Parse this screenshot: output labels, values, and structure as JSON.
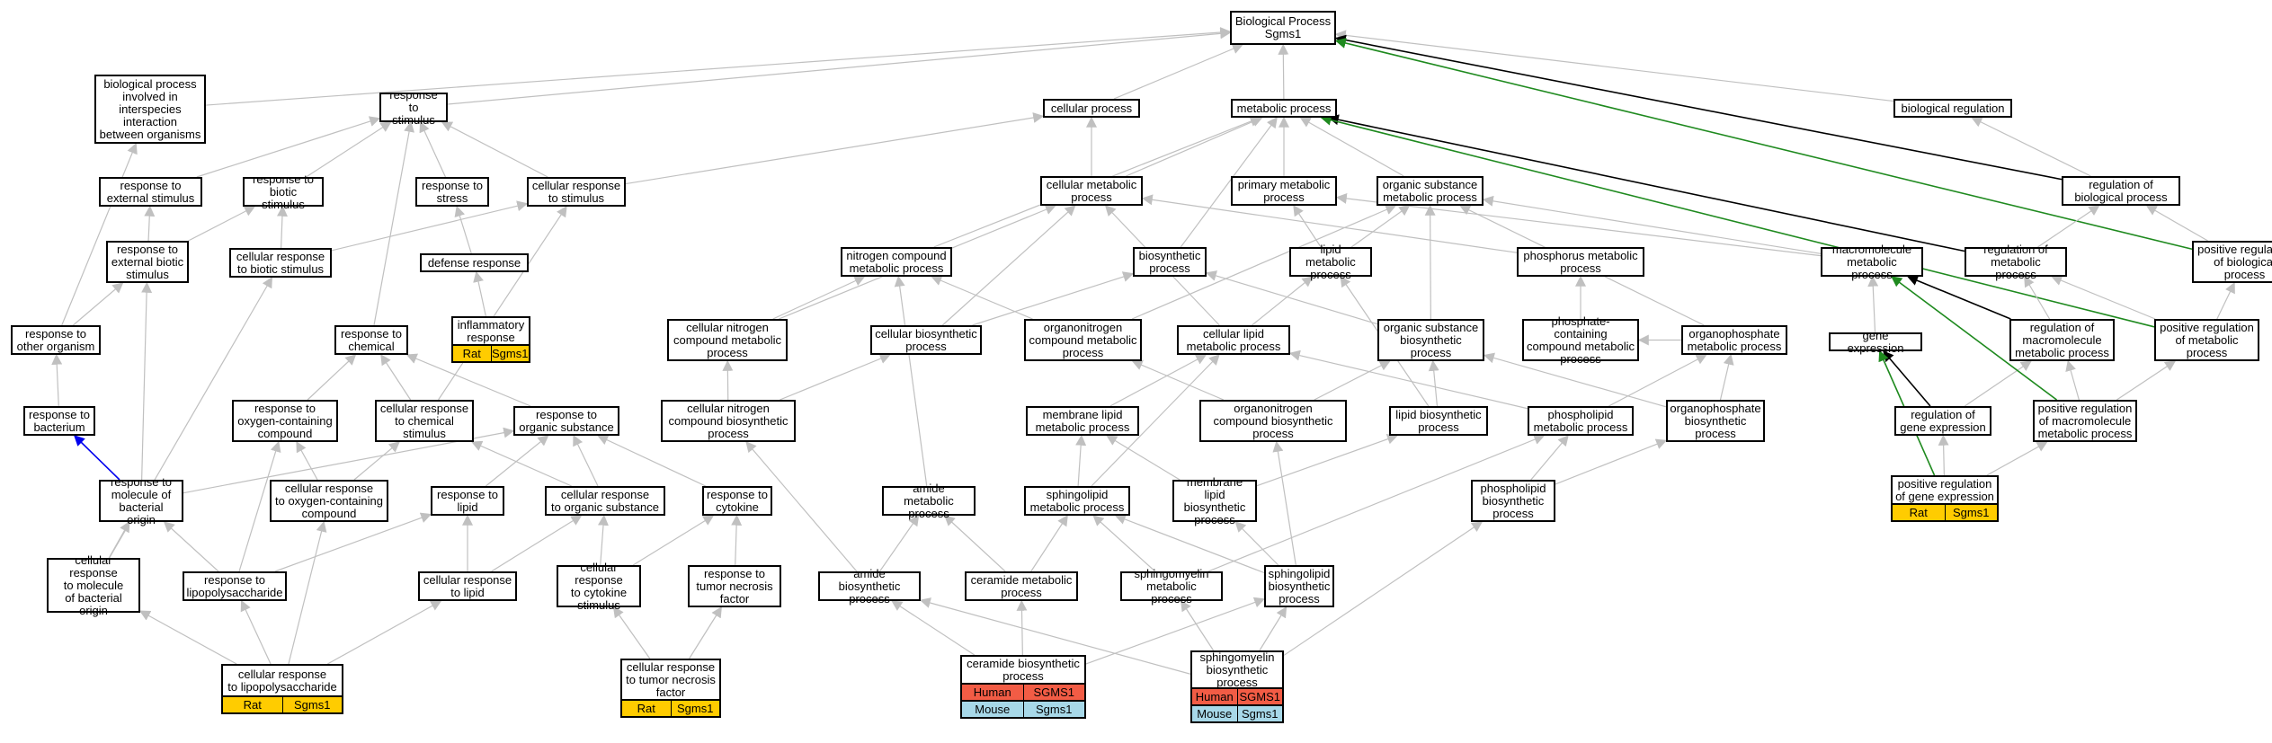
{
  "diagram": {
    "nodes": [
      {
        "id": "bp",
        "label": "Biological Process\nSgms1"
      },
      {
        "id": "interspecies",
        "label": "biological process\ninvolved in\ninterspecies\ninteraction\nbetween organisms"
      },
      {
        "id": "resp_stim",
        "label": "response to\nstimulus"
      },
      {
        "id": "cell_proc",
        "label": "cellular process"
      },
      {
        "id": "met_proc",
        "label": "metabolic process"
      },
      {
        "id": "bio_reg",
        "label": "biological regulation"
      },
      {
        "id": "resp_ext",
        "label": "response to\nexternal stimulus"
      },
      {
        "id": "resp_biotic",
        "label": "response to\nbiotic stimulus"
      },
      {
        "id": "resp_stress",
        "label": "response to\nstress"
      },
      {
        "id": "cell_resp_stim",
        "label": "cellular response\nto stimulus"
      },
      {
        "id": "cell_met",
        "label": "cellular metabolic\nprocess"
      },
      {
        "id": "prim_met",
        "label": "primary metabolic\nprocess"
      },
      {
        "id": "org_sub_met",
        "label": "organic substance\nmetabolic process"
      },
      {
        "id": "reg_bio",
        "label": "regulation of\nbiological process"
      },
      {
        "id": "resp_ext_biotic",
        "label": "response to\nexternal biotic\nstimulus"
      },
      {
        "id": "cell_resp_biotic",
        "label": "cellular response\nto biotic stimulus"
      },
      {
        "id": "defense",
        "label": "defense response"
      },
      {
        "id": "nitro_comp_met",
        "label": "nitrogen compound\nmetabolic process"
      },
      {
        "id": "biosynth",
        "label": "biosynthetic\nprocess"
      },
      {
        "id": "lipid_met",
        "label": "lipid metabolic\nprocess"
      },
      {
        "id": "phos_met",
        "label": "phosphorus metabolic\nprocess"
      },
      {
        "id": "macro_met",
        "label": "macromolecule\nmetabolic process"
      },
      {
        "id": "reg_met",
        "label": "regulation of\nmetabolic process"
      },
      {
        "id": "pos_reg_bio",
        "label": "positive regulation\nof biological\nprocess"
      },
      {
        "id": "inflam",
        "label": "inflammatory\nresponse"
      },
      {
        "id": "resp_other_org",
        "label": "response to\nother organism"
      },
      {
        "id": "resp_chem",
        "label": "response to\nchemical"
      },
      {
        "id": "cell_nitro_met",
        "label": "cellular nitrogen\ncompound metabolic\nprocess"
      },
      {
        "id": "cell_biosynth",
        "label": "cellular biosynthetic\nprocess"
      },
      {
        "id": "organonitro_met",
        "label": "organonitrogen\ncompound metabolic\nprocess"
      },
      {
        "id": "cell_lipid_met",
        "label": "cellular lipid\nmetabolic process"
      },
      {
        "id": "org_sub_biosynth",
        "label": "organic substance\nbiosynthetic\nprocess"
      },
      {
        "id": "phosphate_met",
        "label": "phosphate-containing\ncompound metabolic\nprocess"
      },
      {
        "id": "organophos_met",
        "label": "organophosphate\nmetabolic process"
      },
      {
        "id": "gene_expr",
        "label": "gene expression"
      },
      {
        "id": "reg_macro_met",
        "label": "regulation of\nmacromolecule\nmetabolic process"
      },
      {
        "id": "pos_reg_met",
        "label": "positive regulation\nof metabolic\nprocess"
      },
      {
        "id": "resp_bact",
        "label": "response to\nbacterium"
      },
      {
        "id": "resp_oxy",
        "label": "response to\noxygen-containing\ncompound"
      },
      {
        "id": "cell_resp_chem",
        "label": "cellular response\nto chemical\nstimulus"
      },
      {
        "id": "resp_org_sub",
        "label": "response to\norganic substance"
      },
      {
        "id": "cell_nitro_biosynth",
        "label": "cellular nitrogen\ncompound biosynthetic\nprocess"
      },
      {
        "id": "mem_lipid_met",
        "label": "membrane lipid\nmetabolic process"
      },
      {
        "id": "organonitro_biosynth",
        "label": "organonitrogen\ncompound biosynthetic\nprocess"
      },
      {
        "id": "lipid_biosynth",
        "label": "lipid biosynthetic\nprocess"
      },
      {
        "id": "phospholipid_met",
        "label": "phospholipid\nmetabolic process"
      },
      {
        "id": "organophos_biosynth",
        "label": "organophosphate\nbiosynthetic\nprocess"
      },
      {
        "id": "reg_gene_expr",
        "label": "regulation of\ngene expression"
      },
      {
        "id": "pos_reg_macro",
        "label": "positive regulation\nof macromolecule\nmetabolic process"
      },
      {
        "id": "resp_mol_bact",
        "label": "response to\nmolecule of\nbacterial origin"
      },
      {
        "id": "cell_resp_oxy",
        "label": "cellular response\nto oxygen-containing\ncompound"
      },
      {
        "id": "resp_lipid",
        "label": "response to\nlipid"
      },
      {
        "id": "cell_resp_org_sub",
        "label": "cellular response\nto organic substance"
      },
      {
        "id": "resp_cytokine",
        "label": "response to\ncytokine"
      },
      {
        "id": "amide_met",
        "label": "amide metabolic\nprocess"
      },
      {
        "id": "sphingo_met",
        "label": "sphingolipid\nmetabolic process"
      },
      {
        "id": "mem_lipid_biosynth",
        "label": "membrane lipid\nbiosynthetic\nprocess"
      },
      {
        "id": "phospholipid_biosynth",
        "label": "phospholipid\nbiosynthetic\nprocess"
      },
      {
        "id": "pos_reg_gene_expr",
        "label": "positive regulation\nof gene expression"
      },
      {
        "id": "cell_resp_mol_bact",
        "label": "cellular response\nto molecule\nof bacterial\norigin"
      },
      {
        "id": "resp_lps",
        "label": "response to\nlipopolysaccharide"
      },
      {
        "id": "cell_resp_lipid",
        "label": "cellular response\nto lipid"
      },
      {
        "id": "cell_resp_cytokine",
        "label": "cellular response\nto cytokine\nstimulus"
      },
      {
        "id": "resp_tnf",
        "label": "response to\ntumor necrosis\nfactor"
      },
      {
        "id": "amide_biosynth",
        "label": "amide biosynthetic\nprocess"
      },
      {
        "id": "ceramide_met",
        "label": "ceramide metabolic\nprocess"
      },
      {
        "id": "sphingomyelin_met",
        "label": "sphingomyelin\nmetabolic process"
      },
      {
        "id": "sphingo_biosynth",
        "label": "sphingolipid\nbiosynthetic\nprocess"
      },
      {
        "id": "cell_resp_lps",
        "label": "cellular response\nto lipopolysaccharide"
      },
      {
        "id": "cell_resp_tnf",
        "label": "cellular response\nto tumor necrosis\nfactor"
      },
      {
        "id": "ceramide_biosynth",
        "label": "ceramide biosynthetic\nprocess"
      },
      {
        "id": "sphingomyelin_biosynth",
        "label": "sphingomyelin\nbiosynthetic\nprocess"
      }
    ],
    "annotations": [
      {
        "node": "inflam",
        "rows": [
          [
            "Rat",
            "Sgms1"
          ]
        ]
      },
      {
        "node": "pos_reg_gene_expr",
        "rows": [
          [
            "Rat",
            "Sgms1"
          ]
        ]
      },
      {
        "node": "cell_resp_lps",
        "rows": [
          [
            "Rat",
            "Sgms1"
          ]
        ]
      },
      {
        "node": "cell_resp_tnf",
        "rows": [
          [
            "Rat",
            "Sgms1"
          ]
        ]
      },
      {
        "node": "ceramide_biosynth",
        "rows": [
          [
            "Human",
            "SGMS1"
          ],
          [
            "Mouse",
            "Sgms1"
          ]
        ]
      },
      {
        "node": "sphingomyelin_biosynth",
        "rows": [
          [
            "Human",
            "SGMS1"
          ],
          [
            "Mouse",
            "Sgms1"
          ]
        ]
      }
    ],
    "species_colors": {
      "Rat": "#ffcc00",
      "Human": "#f25c45",
      "Mouse": "#a7d8e8"
    },
    "edge_colors": {
      "is_a": "#c0c0c0",
      "regulates": "#000000",
      "positively_regulates": "#1f8a1f",
      "negatively_regulates": "#0000ee"
    },
    "edges": [
      [
        "interspecies",
        "bp",
        "is_a"
      ],
      [
        "resp_stim",
        "bp",
        "is_a"
      ],
      [
        "cell_proc",
        "bp",
        "is_a"
      ],
      [
        "met_proc",
        "bp",
        "is_a"
      ],
      [
        "bio_reg",
        "bp",
        "is_a"
      ],
      [
        "reg_bio",
        "bp",
        "regulates"
      ],
      [
        "pos_reg_bio",
        "bp",
        "positively_regulates"
      ],
      [
        "resp_ext",
        "resp_stim",
        "is_a"
      ],
      [
        "resp_biotic",
        "resp_stim",
        "is_a"
      ],
      [
        "resp_stress",
        "resp_stim",
        "is_a"
      ],
      [
        "cell_resp_stim",
        "resp_stim",
        "is_a"
      ],
      [
        "cell_resp_stim",
        "cell_proc",
        "is_a"
      ],
      [
        "cell_met",
        "cell_proc",
        "is_a"
      ],
      [
        "cell_met",
        "met_proc",
        "is_a"
      ],
      [
        "prim_met",
        "met_proc",
        "is_a"
      ],
      [
        "org_sub_met",
        "met_proc",
        "is_a"
      ],
      [
        "reg_bio",
        "bio_reg",
        "is_a"
      ],
      [
        "reg_met",
        "met_proc",
        "regulates"
      ],
      [
        "pos_reg_met",
        "met_proc",
        "positively_regulates"
      ],
      [
        "resp_ext_biotic",
        "resp_ext",
        "is_a"
      ],
      [
        "resp_ext_biotic",
        "resp_biotic",
        "is_a"
      ],
      [
        "cell_resp_biotic",
        "resp_biotic",
        "is_a"
      ],
      [
        "cell_resp_biotic",
        "cell_resp_stim",
        "is_a"
      ],
      [
        "defense",
        "resp_stress",
        "is_a"
      ],
      [
        "inflam",
        "defense",
        "is_a"
      ],
      [
        "nitro_comp_met",
        "met_proc",
        "is_a"
      ],
      [
        "biosynth",
        "met_proc",
        "is_a"
      ],
      [
        "lipid_met",
        "prim_met",
        "is_a"
      ],
      [
        "lipid_met",
        "org_sub_met",
        "is_a"
      ],
      [
        "phos_met",
        "cell_met",
        "is_a"
      ],
      [
        "macro_met",
        "org_sub_met",
        "is_a"
      ],
      [
        "macro_met",
        "prim_met",
        "is_a"
      ],
      [
        "reg_met",
        "reg_bio",
        "is_a"
      ],
      [
        "pos_reg_bio",
        "reg_bio",
        "is_a"
      ],
      [
        "resp_other_org",
        "resp_ext_biotic",
        "is_a"
      ],
      [
        "resp_other_org",
        "interspecies",
        "is_a"
      ],
      [
        "resp_chem",
        "resp_stim",
        "is_a"
      ],
      [
        "cell_nitro_met",
        "nitro_comp_met",
        "is_a"
      ],
      [
        "cell_nitro_met",
        "cell_met",
        "is_a"
      ],
      [
        "cell_biosynth",
        "biosynth",
        "is_a"
      ],
      [
        "cell_biosynth",
        "cell_met",
        "is_a"
      ],
      [
        "organonitro_met",
        "nitro_comp_met",
        "is_a"
      ],
      [
        "organonitro_met",
        "org_sub_met",
        "is_a"
      ],
      [
        "cell_lipid_met",
        "lipid_met",
        "is_a"
      ],
      [
        "cell_lipid_met",
        "cell_met",
        "is_a"
      ],
      [
        "org_sub_biosynth",
        "biosynth",
        "is_a"
      ],
      [
        "org_sub_biosynth",
        "org_sub_met",
        "is_a"
      ],
      [
        "phosphate_met",
        "phos_met",
        "is_a"
      ],
      [
        "organophos_met",
        "phosphate_met",
        "is_a"
      ],
      [
        "organophos_met",
        "org_sub_met",
        "is_a"
      ],
      [
        "gene_expr",
        "macro_met",
        "is_a"
      ],
      [
        "reg_macro_met",
        "reg_met",
        "is_a"
      ],
      [
        "reg_macro_met",
        "macro_met",
        "regulates"
      ],
      [
        "pos_reg_met",
        "reg_met",
        "is_a"
      ],
      [
        "pos_reg_met",
        "pos_reg_bio",
        "is_a"
      ],
      [
        "resp_bact",
        "resp_other_org",
        "is_a"
      ],
      [
        "resp_oxy",
        "resp_chem",
        "is_a"
      ],
      [
        "cell_resp_chem",
        "resp_chem",
        "is_a"
      ],
      [
        "cell_resp_chem",
        "cell_resp_stim",
        "is_a"
      ],
      [
        "resp_org_sub",
        "resp_chem",
        "is_a"
      ],
      [
        "cell_nitro_biosynth",
        "cell_nitro_met",
        "is_a"
      ],
      [
        "cell_nitro_biosynth",
        "cell_biosynth",
        "is_a"
      ],
      [
        "mem_lipid_met",
        "cell_lipid_met",
        "is_a"
      ],
      [
        "organonitro_biosynth",
        "organonitro_met",
        "is_a"
      ],
      [
        "organonitro_biosynth",
        "org_sub_biosynth",
        "is_a"
      ],
      [
        "lipid_biosynth",
        "lipid_met",
        "is_a"
      ],
      [
        "lipid_biosynth",
        "org_sub_biosynth",
        "is_a"
      ],
      [
        "phospholipid_met",
        "organophos_met",
        "is_a"
      ],
      [
        "phospholipid_met",
        "cell_lipid_met",
        "is_a"
      ],
      [
        "organophos_biosynth",
        "organophos_met",
        "is_a"
      ],
      [
        "organophos_biosynth",
        "org_sub_biosynth",
        "is_a"
      ],
      [
        "reg_gene_expr",
        "reg_macro_met",
        "is_a"
      ],
      [
        "reg_gene_expr",
        "gene_expr",
        "regulates"
      ],
      [
        "pos_reg_macro",
        "reg_macro_met",
        "is_a"
      ],
      [
        "pos_reg_macro",
        "pos_reg_met",
        "is_a"
      ],
      [
        "pos_reg_macro",
        "macro_met",
        "positively_regulates"
      ],
      [
        "resp_mol_bact",
        "resp_bact",
        "negatively_regulates"
      ],
      [
        "resp_mol_bact",
        "resp_ext_biotic",
        "is_a"
      ],
      [
        "resp_mol_bact",
        "resp_org_sub",
        "is_a"
      ],
      [
        "cell_resp_oxy",
        "resp_oxy",
        "is_a"
      ],
      [
        "cell_resp_oxy",
        "cell_resp_chem",
        "is_a"
      ],
      [
        "resp_lipid",
        "resp_org_sub",
        "is_a"
      ],
      [
        "cell_resp_org_sub",
        "resp_org_sub",
        "is_a"
      ],
      [
        "cell_resp_org_sub",
        "cell_resp_chem",
        "is_a"
      ],
      [
        "resp_cytokine",
        "resp_org_sub",
        "is_a"
      ],
      [
        "amide_met",
        "nitro_comp_met",
        "is_a"
      ],
      [
        "sphingo_met",
        "mem_lipid_met",
        "is_a"
      ],
      [
        "sphingo_met",
        "cell_lipid_met",
        "is_a"
      ],
      [
        "mem_lipid_biosynth",
        "mem_lipid_met",
        "is_a"
      ],
      [
        "mem_lipid_biosynth",
        "lipid_biosynth",
        "is_a"
      ],
      [
        "phospholipid_biosynth",
        "phospholipid_met",
        "is_a"
      ],
      [
        "phospholipid_biosynth",
        "organophos_biosynth",
        "is_a"
      ],
      [
        "pos_reg_gene_expr",
        "reg_gene_expr",
        "is_a"
      ],
      [
        "pos_reg_gene_expr",
        "pos_reg_macro",
        "is_a"
      ],
      [
        "pos_reg_gene_expr",
        "gene_expr",
        "positively_regulates"
      ],
      [
        "cell_resp_mol_bact",
        "resp_mol_bact",
        "is_a"
      ],
      [
        "cell_resp_mol_bact",
        "cell_resp_biotic",
        "is_a"
      ],
      [
        "resp_lps",
        "resp_mol_bact",
        "is_a"
      ],
      [
        "resp_lps",
        "resp_lipid",
        "is_a"
      ],
      [
        "resp_lps",
        "resp_oxy",
        "is_a"
      ],
      [
        "cell_resp_lipid",
        "resp_lipid",
        "is_a"
      ],
      [
        "cell_resp_lipid",
        "cell_resp_org_sub",
        "is_a"
      ],
      [
        "cell_resp_cytokine",
        "resp_cytokine",
        "is_a"
      ],
      [
        "cell_resp_cytokine",
        "cell_resp_org_sub",
        "is_a"
      ],
      [
        "resp_tnf",
        "resp_cytokine",
        "is_a"
      ],
      [
        "amide_biosynth",
        "amide_met",
        "is_a"
      ],
      [
        "amide_biosynth",
        "cell_nitro_biosynth",
        "is_a"
      ],
      [
        "ceramide_met",
        "amide_met",
        "is_a"
      ],
      [
        "ceramide_met",
        "sphingo_met",
        "is_a"
      ],
      [
        "sphingomyelin_met",
        "sphingo_met",
        "is_a"
      ],
      [
        "sphingomyelin_met",
        "phospholipid_met",
        "is_a"
      ],
      [
        "sphingo_biosynth",
        "sphingo_met",
        "is_a"
      ],
      [
        "sphingo_biosynth",
        "mem_lipid_biosynth",
        "is_a"
      ],
      [
        "sphingo_biosynth",
        "organonitro_biosynth",
        "is_a"
      ],
      [
        "cell_resp_lps",
        "resp_lps",
        "is_a"
      ],
      [
        "cell_resp_lps",
        "cell_resp_lipid",
        "is_a"
      ],
      [
        "cell_resp_lps",
        "cell_resp_mol_bact",
        "is_a"
      ],
      [
        "cell_resp_lps",
        "cell_resp_oxy",
        "is_a"
      ],
      [
        "cell_resp_tnf",
        "resp_tnf",
        "is_a"
      ],
      [
        "cell_resp_tnf",
        "cell_resp_cytokine",
        "is_a"
      ],
      [
        "ceramide_biosynth",
        "ceramide_met",
        "is_a"
      ],
      [
        "ceramide_biosynth",
        "amide_biosynth",
        "is_a"
      ],
      [
        "ceramide_biosynth",
        "sphingo_biosynth",
        "is_a"
      ],
      [
        "sphingomyelin_biosynth",
        "sphingomyelin_met",
        "is_a"
      ],
      [
        "sphingomyelin_biosynth",
        "sphingo_biosynth",
        "is_a"
      ],
      [
        "sphingomyelin_biosynth",
        "phospholipid_biosynth",
        "is_a"
      ],
      [
        "sphingomyelin_biosynth",
        "amide_biosynth",
        "is_a"
      ]
    ]
  }
}
